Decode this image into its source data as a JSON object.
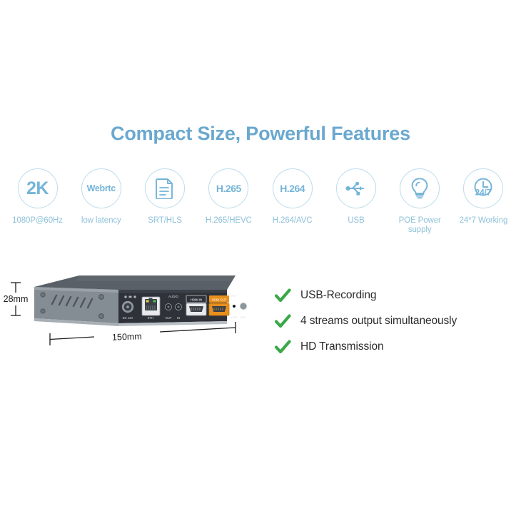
{
  "headline": "Compact Size, Powerful Features",
  "colors": {
    "title_blue": "#6aa8cf",
    "icon_blue": "#74b4d8",
    "circle_stroke": "#bcdced",
    "label_blue": "#8fc2da",
    "check_green": "#3aa847",
    "bullet_text": "#2b2b2b",
    "device_face": "#2e3238",
    "device_side": "#7c858c",
    "device_top": "#575d63",
    "hdmi_out_orange": "#e8901d",
    "background": "#ffffff"
  },
  "features": [
    {
      "icon": "2k-badge-icon",
      "circle_text": "2K",
      "label": "1080P@60Hz"
    },
    {
      "icon": "webrtc-badge-icon",
      "circle_text": "Webrtc",
      "label": "low latency"
    },
    {
      "icon": "document-icon",
      "circle_text": "",
      "label": "SRT/HLS"
    },
    {
      "icon": "h265-badge-icon",
      "circle_text": "H.265",
      "label": "H.265/HEVC"
    },
    {
      "icon": "h264-badge-icon",
      "circle_text": "H.264",
      "label": "H.264/AVC"
    },
    {
      "icon": "usb-icon",
      "circle_text": "",
      "label": "USB"
    },
    {
      "icon": "lightbulb-icon",
      "circle_text": "",
      "label": "POE Power supply"
    },
    {
      "icon": "clock-24-7-icon",
      "circle_text": "24/7",
      "label": "24*7 Working"
    }
  ],
  "device": {
    "height_dimension": "28mm",
    "width_dimension": "150mm",
    "port_labels": {
      "power": "DC 12V",
      "ethernet": "ETH",
      "audio": "AUDIO",
      "audio_out": "OUT",
      "audio_in": "IN",
      "hdmi_in": "HDMI IN",
      "hdmi_out": "HDMI OUT",
      "reset": "RST",
      "led": "LED",
      "record": "REC"
    }
  },
  "bullets": [
    {
      "icon": "check-icon",
      "text": "USB-Recording"
    },
    {
      "icon": "check-icon",
      "text": "4 streams output simultaneously"
    },
    {
      "icon": "check-icon",
      "text": "HD Transmission"
    }
  ]
}
